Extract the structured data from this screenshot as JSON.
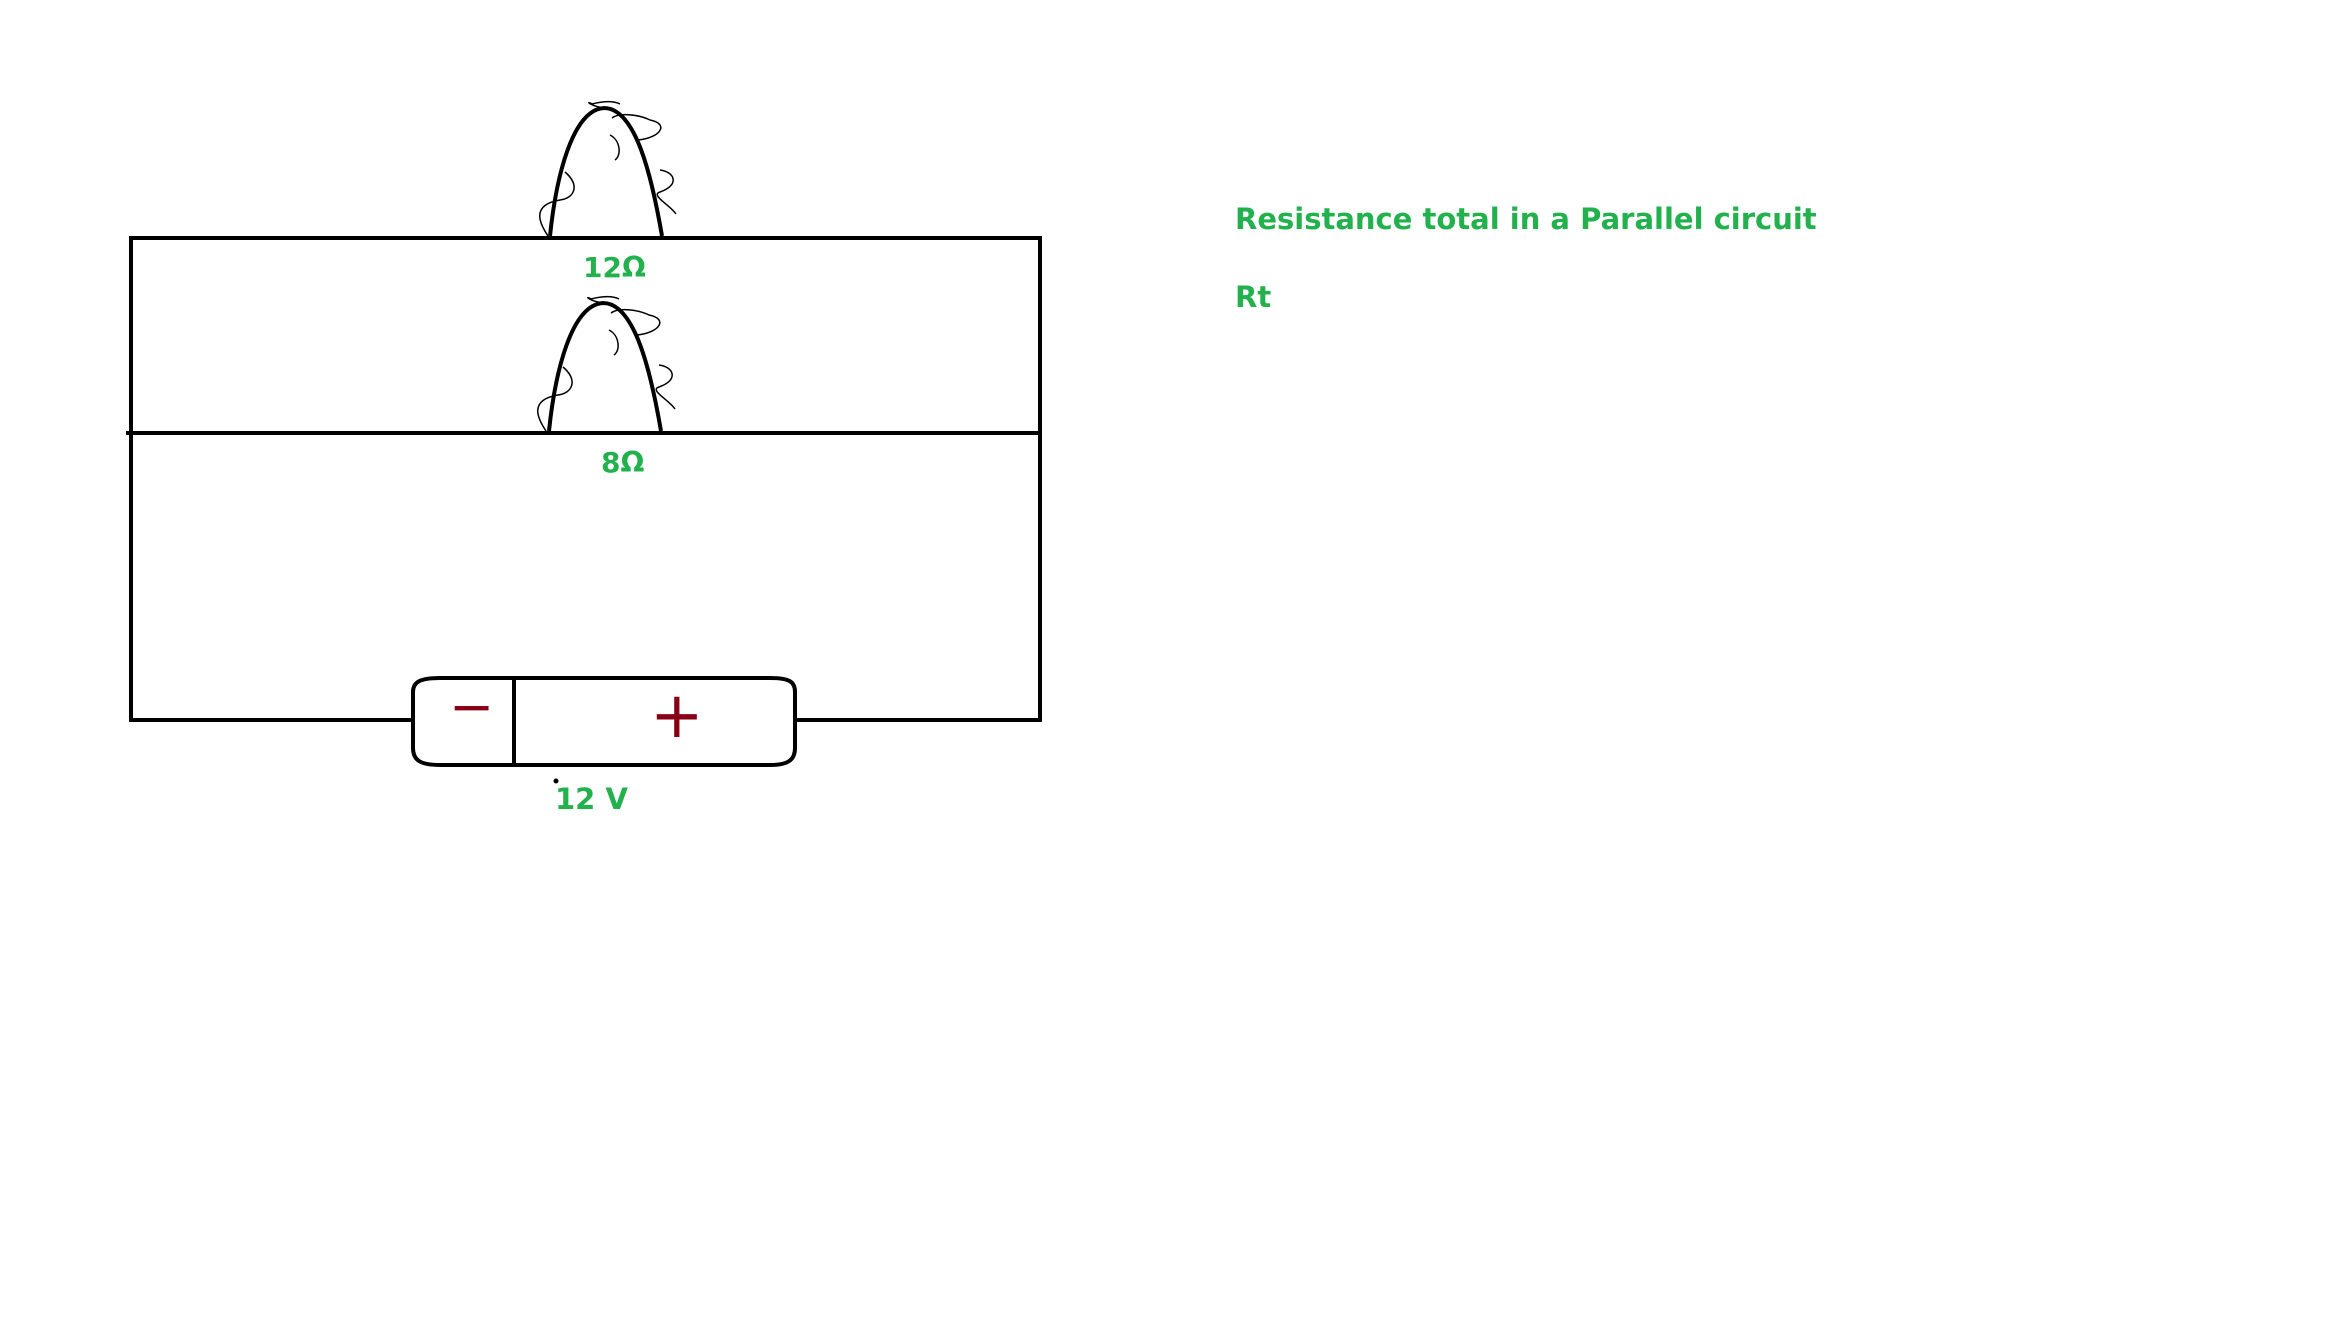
{
  "colors": {
    "label_green": "#22b14c",
    "wire_black": "#000000",
    "terminal_red": "#880015",
    "background": "#ffffff"
  },
  "heading": "Resistance total in a Parallel circuit",
  "formula_label": "Rt",
  "circuit": {
    "resistor_top": {
      "label": "12Ω",
      "icon": "bulb-icon"
    },
    "resistor_bottom": {
      "label": "8Ω",
      "icon": "bulb-icon"
    },
    "battery": {
      "label": "12 V",
      "negative_symbol": "−",
      "positive_symbol": "+",
      "icon": "battery-icon"
    }
  }
}
